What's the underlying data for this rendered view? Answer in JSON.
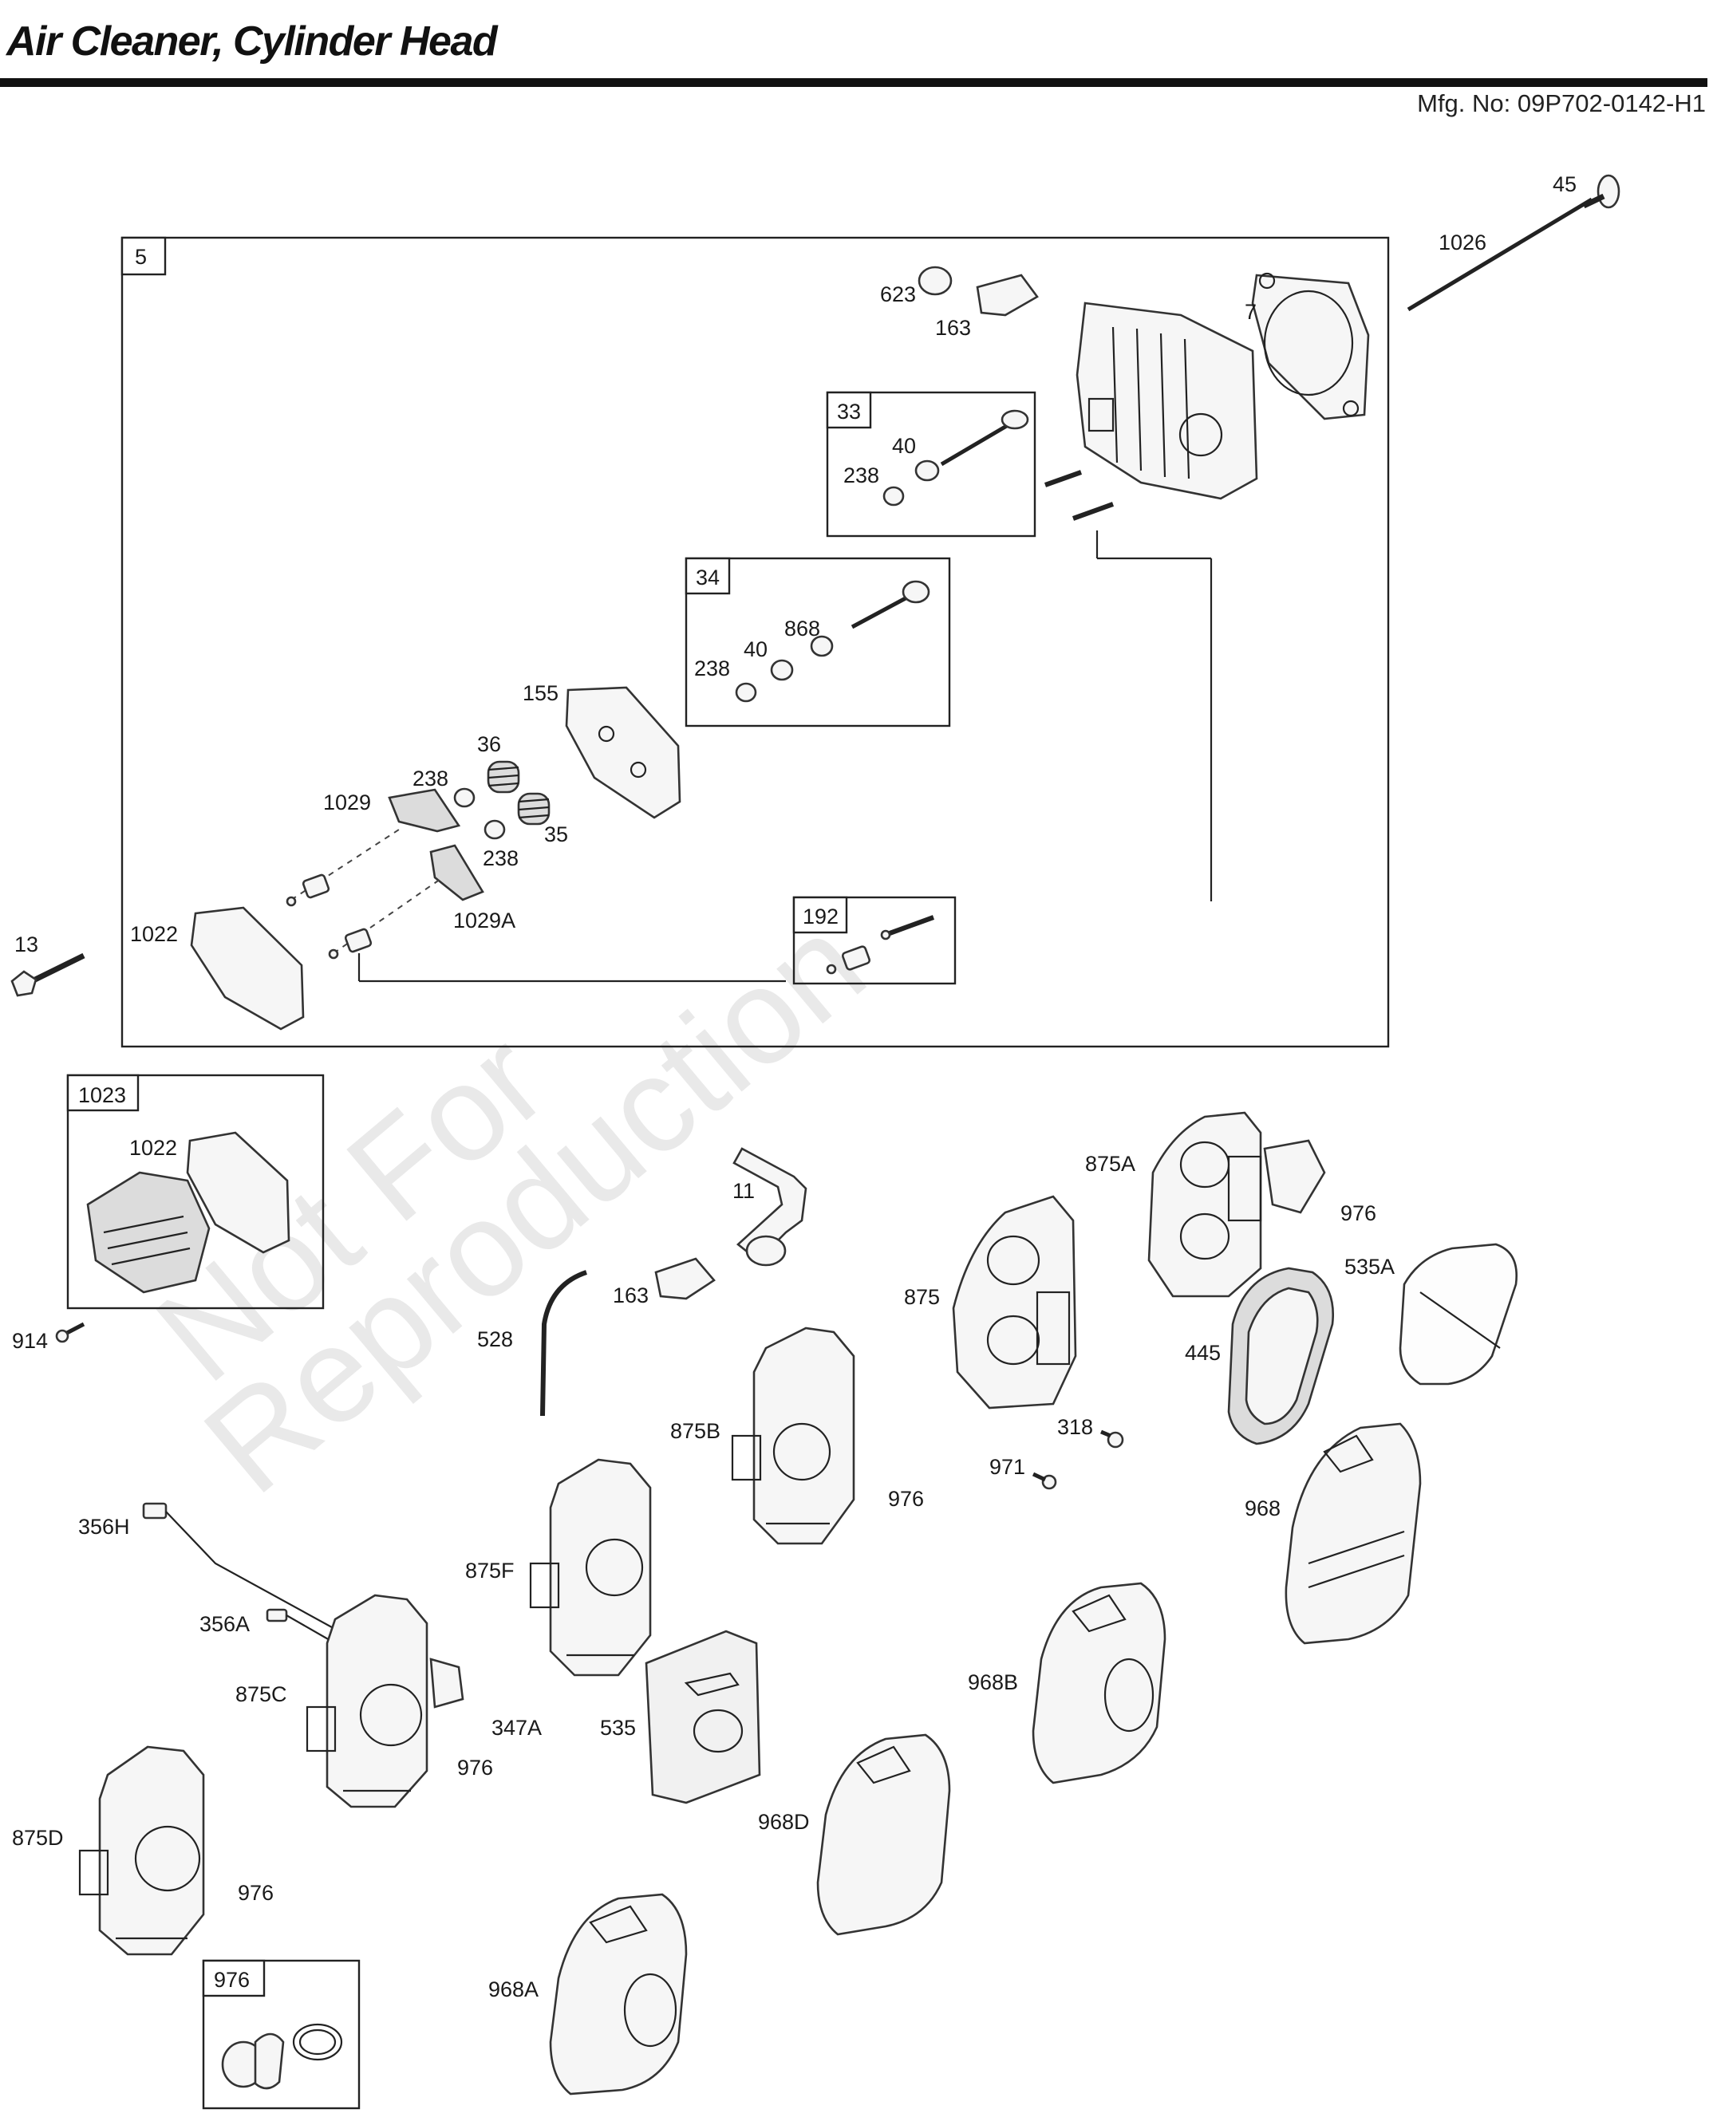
{
  "header": {
    "title": "Air Cleaner, Cylinder Head",
    "mfg_number": "Mfg. No: 09P702-0142-H1"
  },
  "watermark": [
    "Not For",
    "Reproduction"
  ],
  "kits": {
    "k5": "5",
    "k33": "33",
    "k34": "34",
    "k192": "192",
    "k1023": "1023",
    "k976": "976"
  },
  "labels": {
    "p45": "45",
    "p1026": "1026",
    "p623": "623",
    "p163a": "163",
    "p7": "7",
    "p40a": "40",
    "p238a": "238",
    "p868": "868",
    "p40b": "40",
    "p238b": "238",
    "p155": "155",
    "p36": "36",
    "p238c": "238",
    "p1029": "1029",
    "p35": "35",
    "p238d": "238",
    "p1029A": "1029A",
    "p13": "13",
    "p1022a": "1022",
    "p1022b": "1022",
    "p914": "914",
    "p11": "11",
    "p163b": "163",
    "p528": "528",
    "p875A": "875A",
    "p976a": "976",
    "p535A": "535A",
    "p875": "875",
    "p445": "445",
    "p318": "318",
    "p971": "971",
    "p968": "968",
    "p875B": "875B",
    "p976b": "976",
    "p356H": "356H",
    "p875F": "875F",
    "p356A": "356A",
    "p875C": "875C",
    "p347A": "347A",
    "p976c": "976",
    "p535": "535",
    "p968B": "968B",
    "p968D": "968D",
    "p875D": "875D",
    "p976d": "976",
    "p968A": "968A"
  }
}
